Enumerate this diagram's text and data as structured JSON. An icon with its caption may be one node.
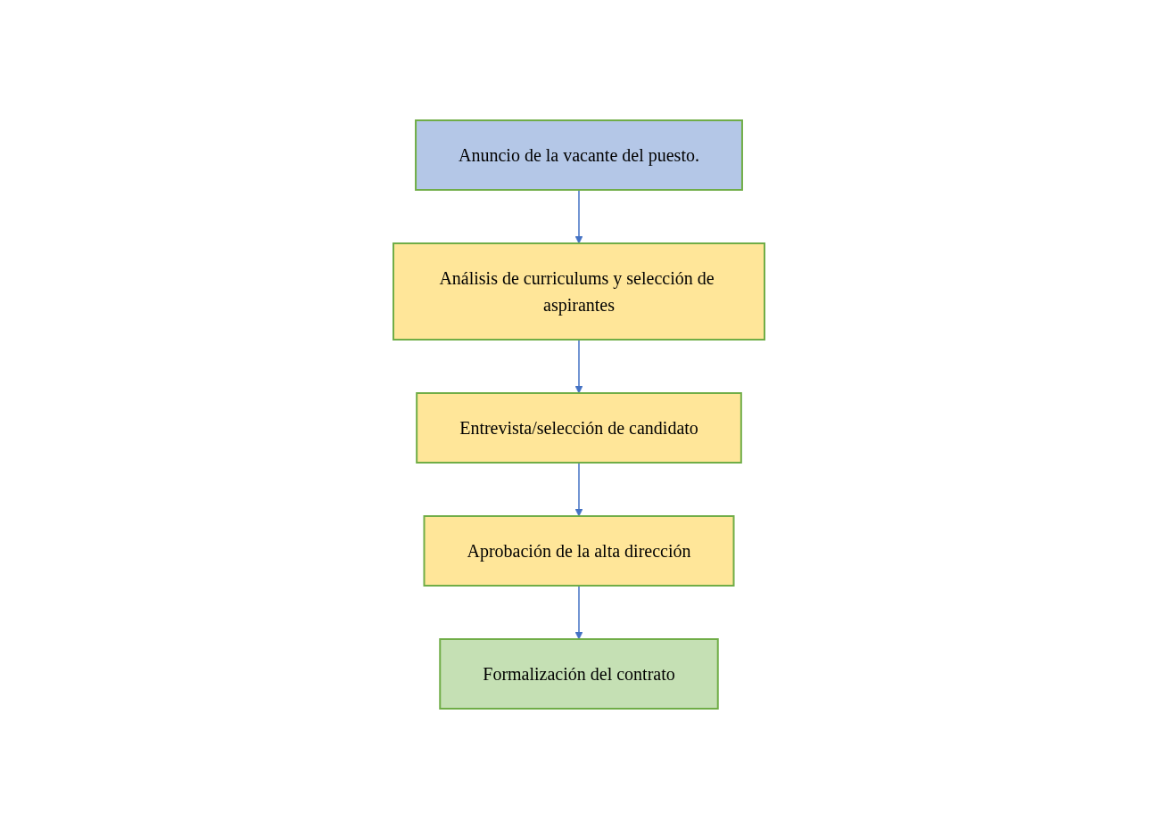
{
  "diagram": {
    "nodes": [
      {
        "text": [
          "Anuncio de la vacante del puesto."
        ]
      },
      {
        "text": [
          "Análisis de curriculums y selección de aspirantes"
        ]
      },
      {
        "text": [
          "Entrevista/selección de candidato"
        ]
      },
      {
        "text": [
          "Aprobación de la alta dirección"
        ]
      },
      {
        "text": [
          "Formalización del contrato"
        ]
      }
    ],
    "edges": [
      {
        "from": 0,
        "to": 1,
        "arrow": "to"
      },
      {
        "from": 1,
        "to": 2,
        "arrow": "to"
      },
      {
        "from": 2,
        "to": 3,
        "arrow": "to"
      },
      {
        "from": 3,
        "to": 4,
        "arrow": "to"
      }
    ]
  }
}
